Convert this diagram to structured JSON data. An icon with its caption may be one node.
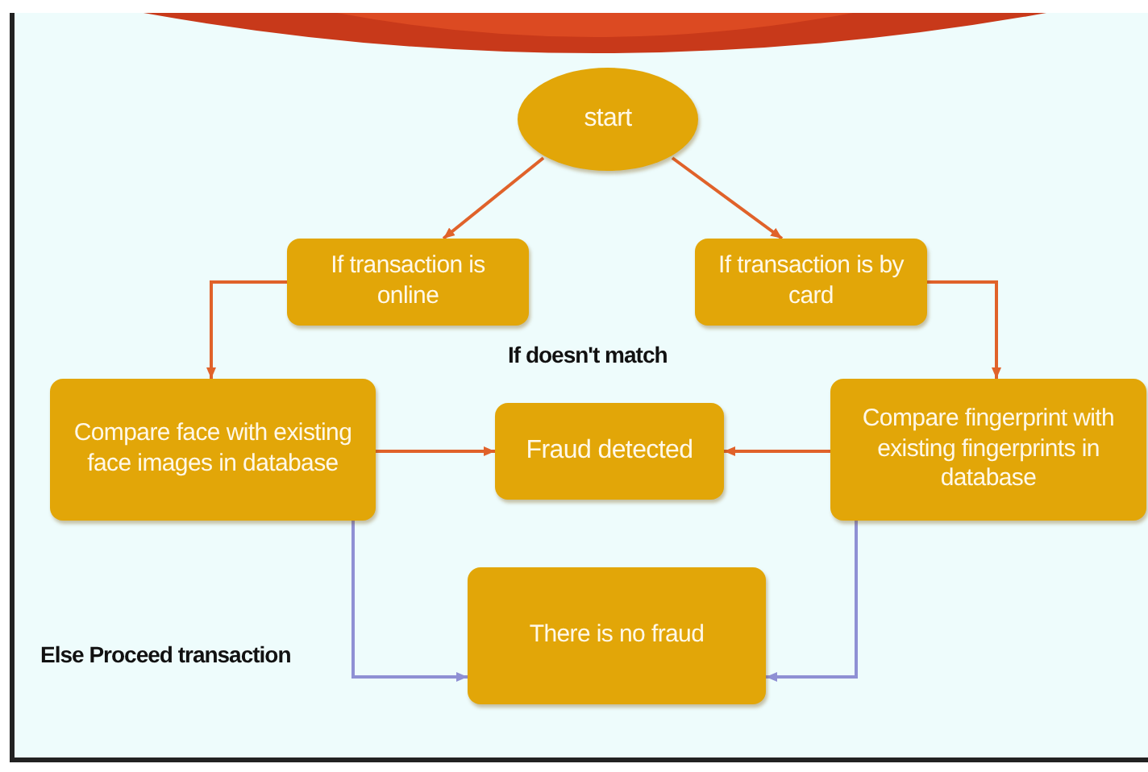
{
  "diagram": {
    "nodes": [
      {
        "text": [
          "start"
        ]
      },
      {
        "text": [
          "If transaction is online"
        ]
      },
      {
        "text": [
          "If transaction is by card"
        ]
      },
      {
        "text": [
          "Compare face with existing face images in database"
        ]
      },
      {
        "text": [
          "Fraud detected"
        ]
      },
      {
        "text": [
          "Compare fingerprint with existing fingerprints in database"
        ]
      },
      {
        "text": [
          "There is no fraud"
        ]
      }
    ],
    "edges": [
      {
        "from": 0,
        "to": 1,
        "arrow": "to"
      },
      {
        "from": 0,
        "to": 2,
        "arrow": "to"
      },
      {
        "from": 1,
        "to": 3,
        "arrow": "to"
      },
      {
        "from": 2,
        "to": 5,
        "arrow": "to"
      },
      {
        "from": 3,
        "to": 4,
        "arrow": "to"
      },
      {
        "from": 5,
        "to": 4,
        "arrow": "to"
      },
      {
        "from": 3,
        "to": 6,
        "arrow": "to",
        "color": "#8f90d4"
      },
      {
        "from": 5,
        "to": 6,
        "arrow": "to",
        "color": "#8f90d4"
      }
    ],
    "labels": [
      "If doesn't match",
      "Else Proceed transaction"
    ]
  }
}
